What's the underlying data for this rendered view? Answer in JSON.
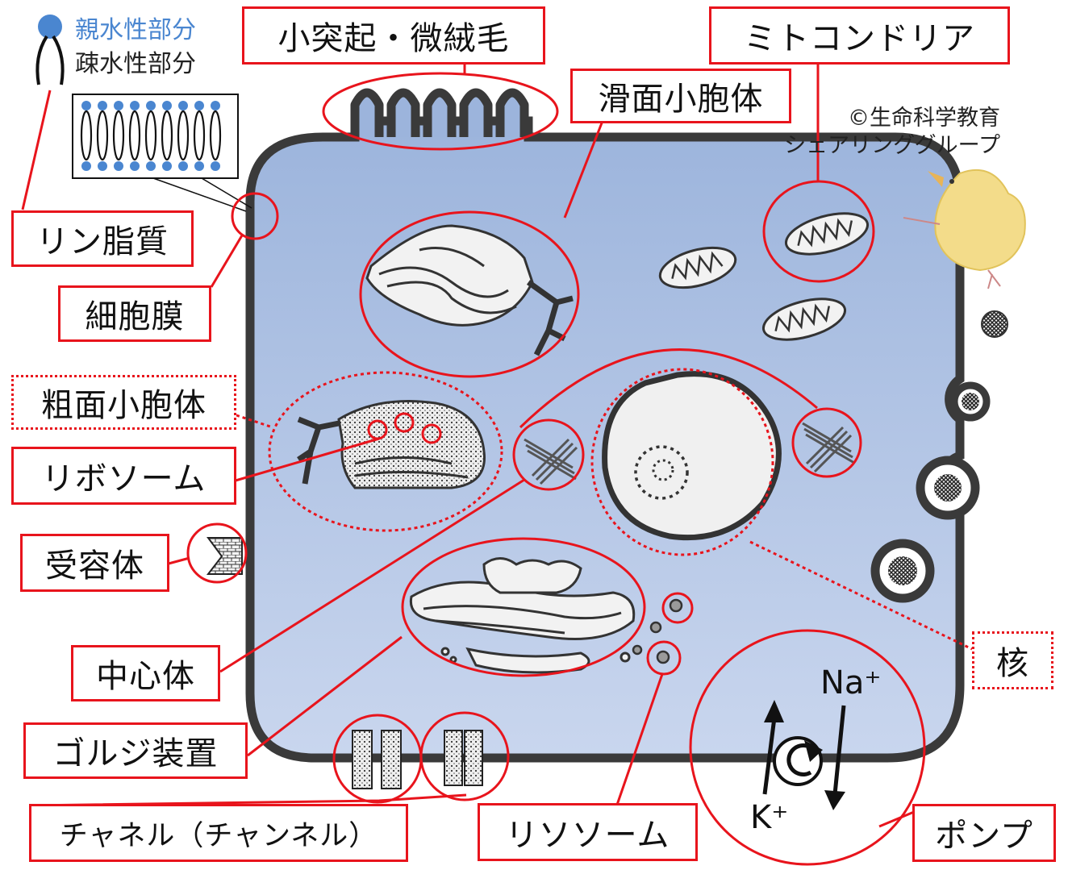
{
  "legend": {
    "hydrophilic": "親水性部分",
    "hydrophobic": "疎水性部分",
    "hydrophilic_color": "#4a86d0"
  },
  "credit": {
    "line1": "©生命科学教育",
    "line2": "シェアリンググループ"
  },
  "labels": {
    "microvilli": "小突起・微絨毛",
    "mitochondria": "ミトコンドリア",
    "smooth_er": "滑面小胞体",
    "phospholipid": "リン脂質",
    "cell_membrane": "細胞膜",
    "rough_er": "粗面小胞体",
    "ribosome": "リボソーム",
    "receptor": "受容体",
    "centrosome": "中心体",
    "golgi": "ゴルジ装置",
    "channel": "チャネル（チャンネル）",
    "lysosome": "リソソーム",
    "nucleus": "核",
    "pump": "ポンプ"
  },
  "pump_ions": {
    "na": "Na⁺",
    "k": "K⁺"
  },
  "colors": {
    "accent": "#e8141c",
    "cytoplasm": "#a8bde0",
    "membrane": "#3a3a3a"
  }
}
